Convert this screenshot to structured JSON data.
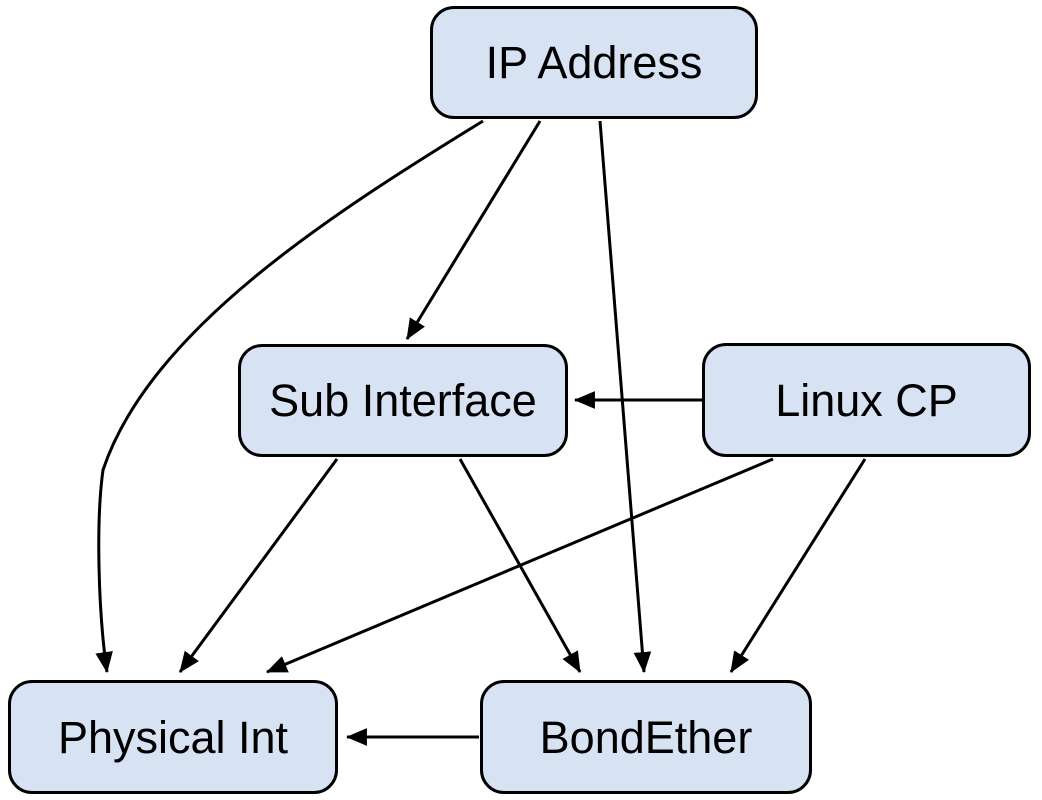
{
  "diagram": {
    "type": "directed-graph",
    "colors": {
      "background": "#ffffff",
      "node_fill": "#d7e2f3",
      "node_border": "#000000",
      "edge_color": "#000000",
      "text_color": "#000000"
    },
    "nodes": [
      {
        "id": "ip_address",
        "label": "IP Address"
      },
      {
        "id": "sub_interface",
        "label": "Sub Interface"
      },
      {
        "id": "linux_cp",
        "label": "Linux CP"
      },
      {
        "id": "physical_int",
        "label": "Physical Int"
      },
      {
        "id": "bond_ether",
        "label": "BondEther"
      }
    ],
    "edges": [
      {
        "source": "ip_address",
        "target": "sub_interface"
      },
      {
        "source": "ip_address",
        "target": "physical_int"
      },
      {
        "source": "ip_address",
        "target": "bond_ether"
      },
      {
        "source": "linux_cp",
        "target": "sub_interface"
      },
      {
        "source": "linux_cp",
        "target": "physical_int"
      },
      {
        "source": "linux_cp",
        "target": "bond_ether"
      },
      {
        "source": "sub_interface",
        "target": "physical_int"
      },
      {
        "source": "sub_interface",
        "target": "bond_ether"
      },
      {
        "source": "bond_ether",
        "target": "physical_int"
      }
    ]
  }
}
